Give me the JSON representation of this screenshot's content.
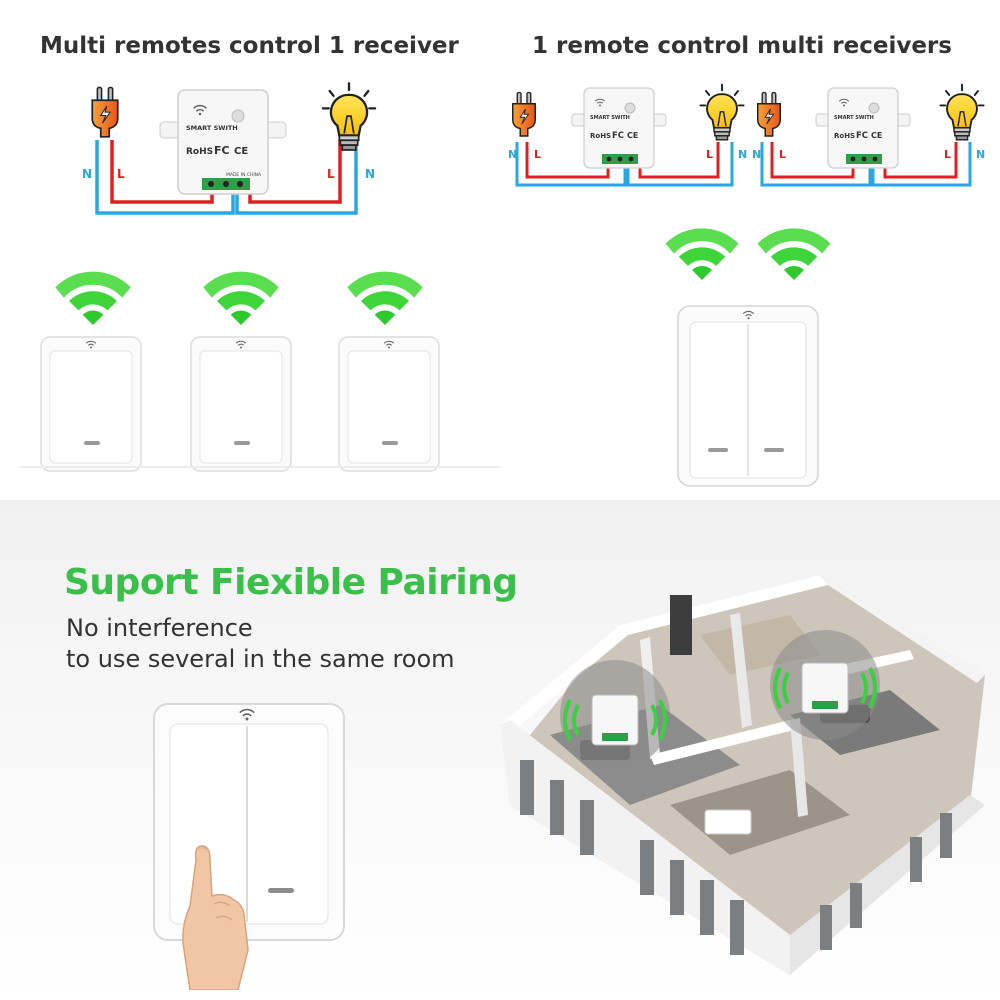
{
  "left_section": {
    "heading": "Multi remotes control 1 receiver",
    "receiver": {
      "brand_label": "SMART SWITH",
      "cert_rohs": "RoHS",
      "cert_fc": "FC",
      "cert_ce": "CE",
      "made_in": "MADE IN CHINA"
    },
    "wire_labels": {
      "left_neutral": "N",
      "left_live": "L",
      "right_live": "L",
      "right_neutral": "N"
    },
    "remote_count": 3
  },
  "right_section": {
    "heading": "1 remote control multi receivers",
    "receivers": [
      {
        "brand_label": "SMART SWITH",
        "cert_rohs": "RoHS",
        "cert_fc": "FC",
        "cert_ce": "CE"
      },
      {
        "brand_label": "SMART SWITH",
        "cert_rohs": "RoHS",
        "cert_fc": "FC",
        "cert_ce": "CE"
      }
    ],
    "wire_labels": {
      "n": "N",
      "l": "L"
    }
  },
  "pairing": {
    "title": "Suport Fiexible Pairing",
    "line1": "No interference",
    "line2": "to use several in the same room"
  },
  "colors": {
    "heading_text": "#333333",
    "accent_green": "#3ac04a",
    "signal_green": "#35d23e",
    "wire_red": "#e02020",
    "wire_blue": "#2aa6e0",
    "plug_orange": "#f07b1a",
    "bulb_yellow": "#ffd21f",
    "terminal_green": "#2e9e49"
  },
  "icons": [
    "wifi-signal-icon",
    "plug-icon",
    "light-bulb-icon",
    "wifi-small-icon",
    "finger-hand-icon"
  ]
}
